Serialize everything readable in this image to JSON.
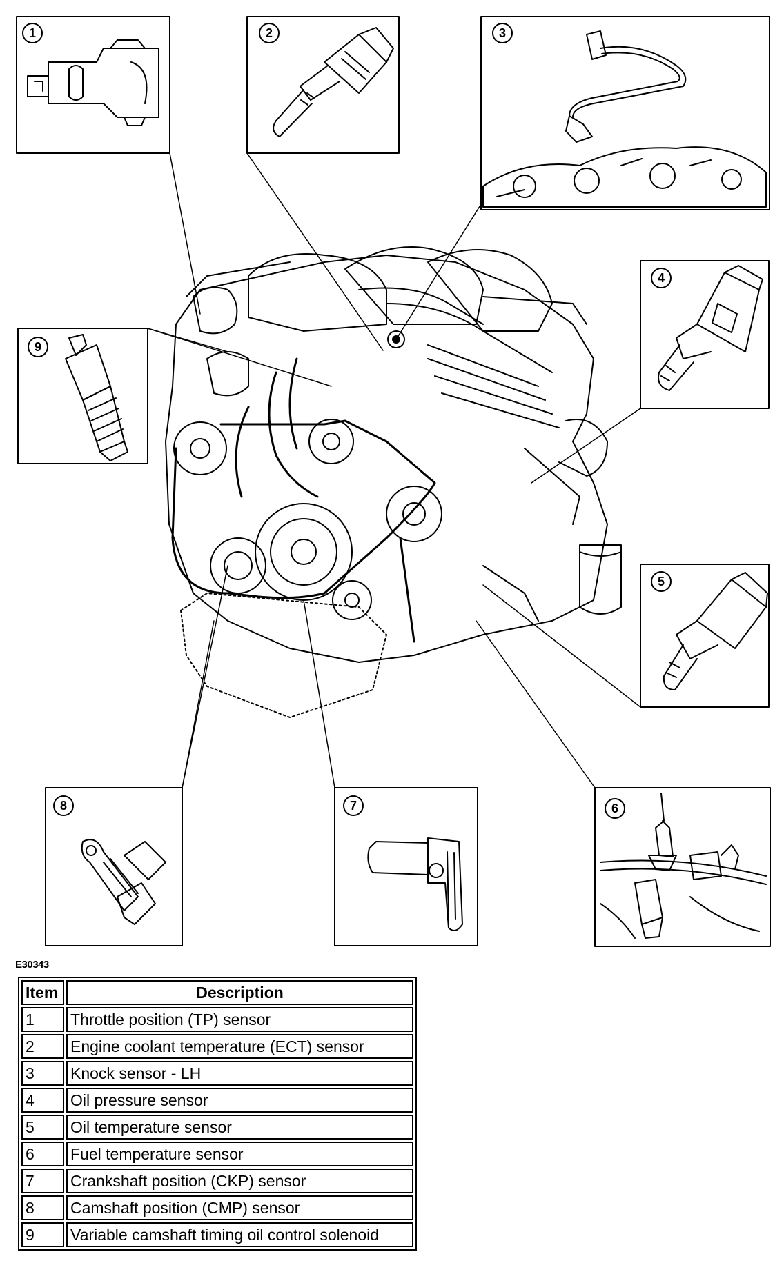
{
  "figure_id": "E30343",
  "callouts": [
    "1",
    "2",
    "3",
    "4",
    "5",
    "6",
    "7",
    "8",
    "9"
  ],
  "table": {
    "headers": {
      "item": "Item",
      "description": "Description"
    },
    "rows": [
      {
        "item": "1",
        "description": "Throttle position (TP) sensor"
      },
      {
        "item": "2",
        "description": "Engine coolant temperature (ECT) sensor"
      },
      {
        "item": "3",
        "description": "Knock sensor - LH"
      },
      {
        "item": "4",
        "description": "Oil pressure sensor"
      },
      {
        "item": "5",
        "description": "Oil temperature sensor"
      },
      {
        "item": "6",
        "description": "Fuel temperature sensor"
      },
      {
        "item": "7",
        "description": "Crankshaft position (CKP) sensor"
      },
      {
        "item": "8",
        "description": "Camshaft position (CMP) sensor"
      },
      {
        "item": "9",
        "description": "Variable camshaft timing oil control solenoid"
      }
    ]
  }
}
